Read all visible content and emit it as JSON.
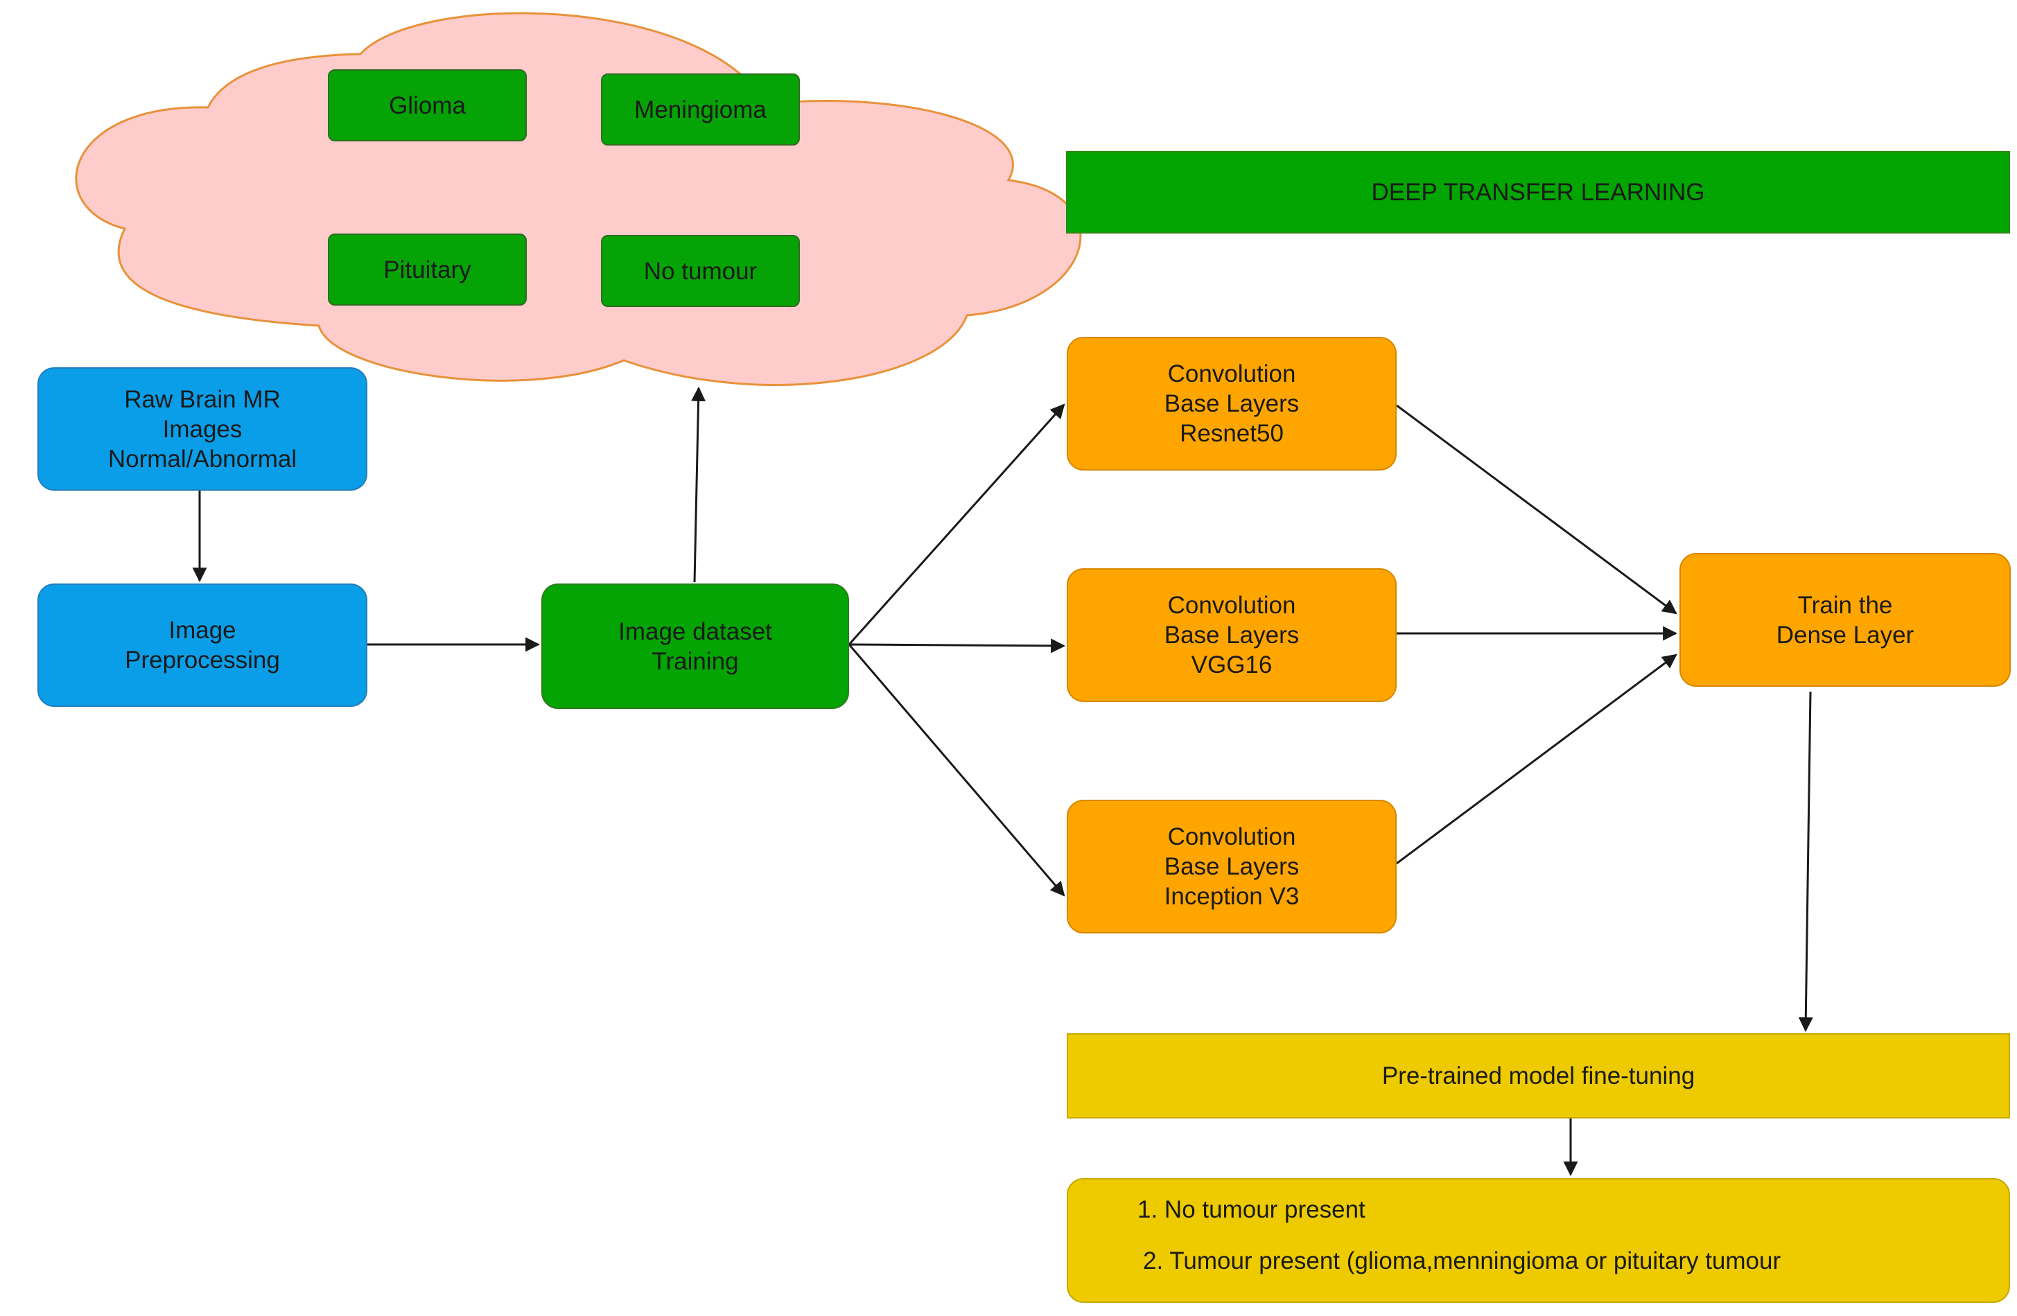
{
  "class_labels": {
    "glioma": "Glioma",
    "meningioma": "Meningioma",
    "pituitary": "Pituitary",
    "no_tumour": "No tumour"
  },
  "banner": "DEEP TRANSFER LEARNING",
  "raw_images": "Raw Brain MR\nImages\nNormal/Abnormal",
  "preprocessing": "Image\nPreprocessing",
  "dataset_training": "Image dataset\nTraining",
  "models": {
    "resnet": "Convolution\nBase Layers\nResnet50",
    "vgg": "Convolution\nBase Layers\nVGG16",
    "inception": "Convolution\nBase Layers\nInception V3"
  },
  "dense_layer": "Train the\nDense  Layer",
  "fine_tuning": "Pre-trained model fine-tuning",
  "results": {
    "line1": "1. No tumour present",
    "line2": "2. Tumour present (glioma,menningioma or pituitary tumour"
  },
  "colors": {
    "cloud_fill": "#ffcccc",
    "cloud_stroke": "#e8923a",
    "blue": "#0a9ee8",
    "green": "#04a404",
    "orange": "#ffa500",
    "gold": "#edcb00",
    "arrow": "#1a1a1a"
  }
}
